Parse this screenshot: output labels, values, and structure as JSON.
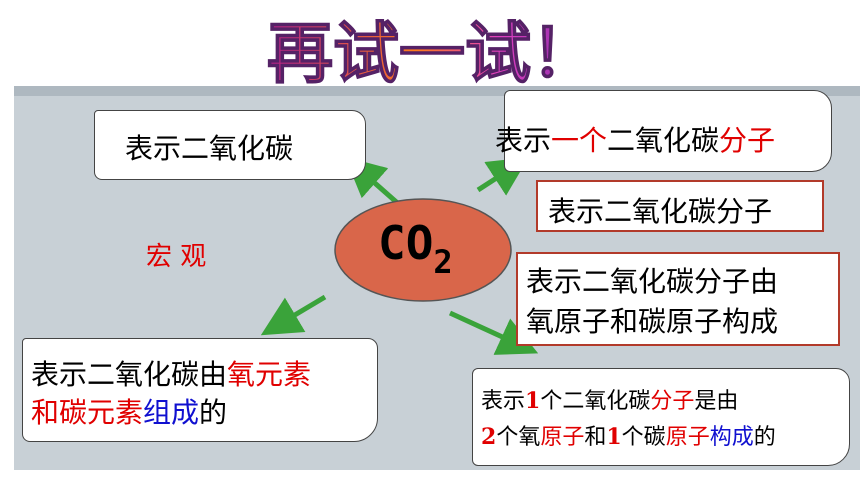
{
  "title": "再试一试！",
  "center": {
    "label_main": "CO",
    "label_sub": "2"
  },
  "macro_label": "宏 观",
  "box_top_left": "表示二氧化碳",
  "box_top_right": {
    "p1": "表示",
    "p2": "一个",
    "p3": "二氧化碳",
    "p4": "分子"
  },
  "box_mid_right_1": "表示二氧化碳分子",
  "box_mid_right_2": {
    "line1": "表示二氧化碳分子由",
    "line2": "氧原子和碳原子构成"
  },
  "box_bottom_left": {
    "l1a": "表示二氧化碳由",
    "l1b": "氧元素",
    "l2a": "和碳元素",
    "l2b": "组成",
    "l2c": "的"
  },
  "box_bottom_right": {
    "a1": "表示",
    "a2": "1",
    "a3": "个二氧化碳",
    "a4": "分子",
    "a5": "是由",
    "b1": "2",
    "b2": "个氧",
    "b3": "原子",
    "b4": "和",
    "b5": "1",
    "b6": "个碳",
    "b7": "原子",
    "b8": "构成",
    "b9": "的"
  },
  "colors": {
    "ellipse": "#d9664a",
    "arrow": "#3aa33a",
    "red_text": "#e00000",
    "blue_text": "#1010d0"
  }
}
